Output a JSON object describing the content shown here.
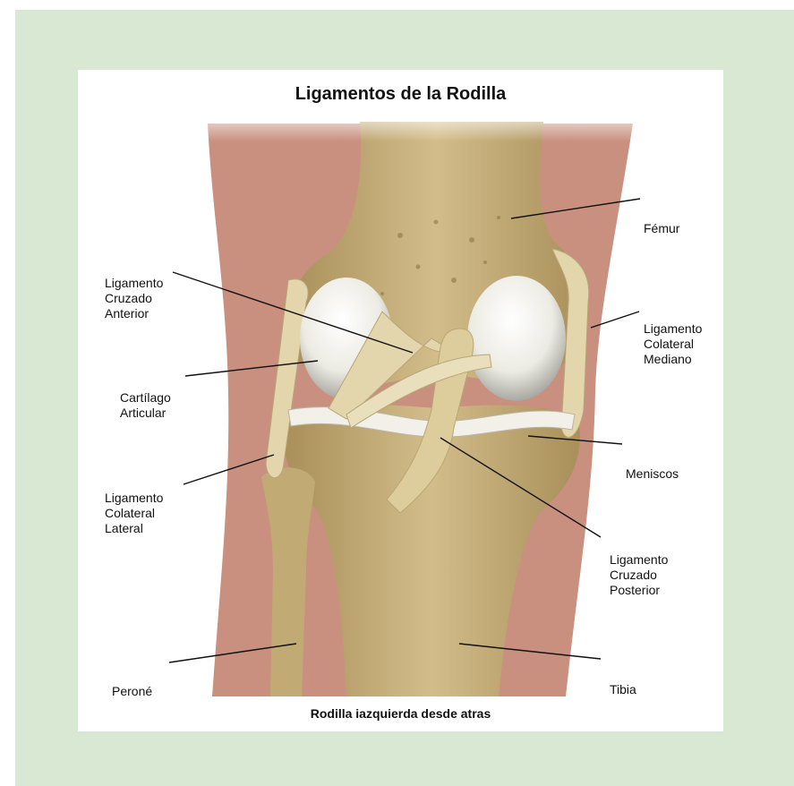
{
  "title": "Ligamentos de la Rodilla",
  "caption": "Rodilla iazquierda desde atras",
  "labels": {
    "femur": "Fémur",
    "lca": [
      "Ligamento",
      "Cruzado",
      "Anterior"
    ],
    "lcm": [
      "Ligamento",
      "Colateral",
      "Mediano"
    ],
    "cartilago": [
      "Cartílago",
      "Articular"
    ],
    "meniscos": "Meniscos",
    "lcl": [
      "Ligamento",
      "Colateral",
      "Lateral"
    ],
    "lcp": [
      "Ligamento",
      "Cruzado",
      "Posterior"
    ],
    "perone": "Peroné",
    "tibia": "Tibia"
  },
  "colors": {
    "background": "#d8e8d2",
    "skin": "#c99080",
    "bone": "#c9b27d",
    "cartilage": "#f2f0e8",
    "ligament": "#e3d6ad"
  }
}
